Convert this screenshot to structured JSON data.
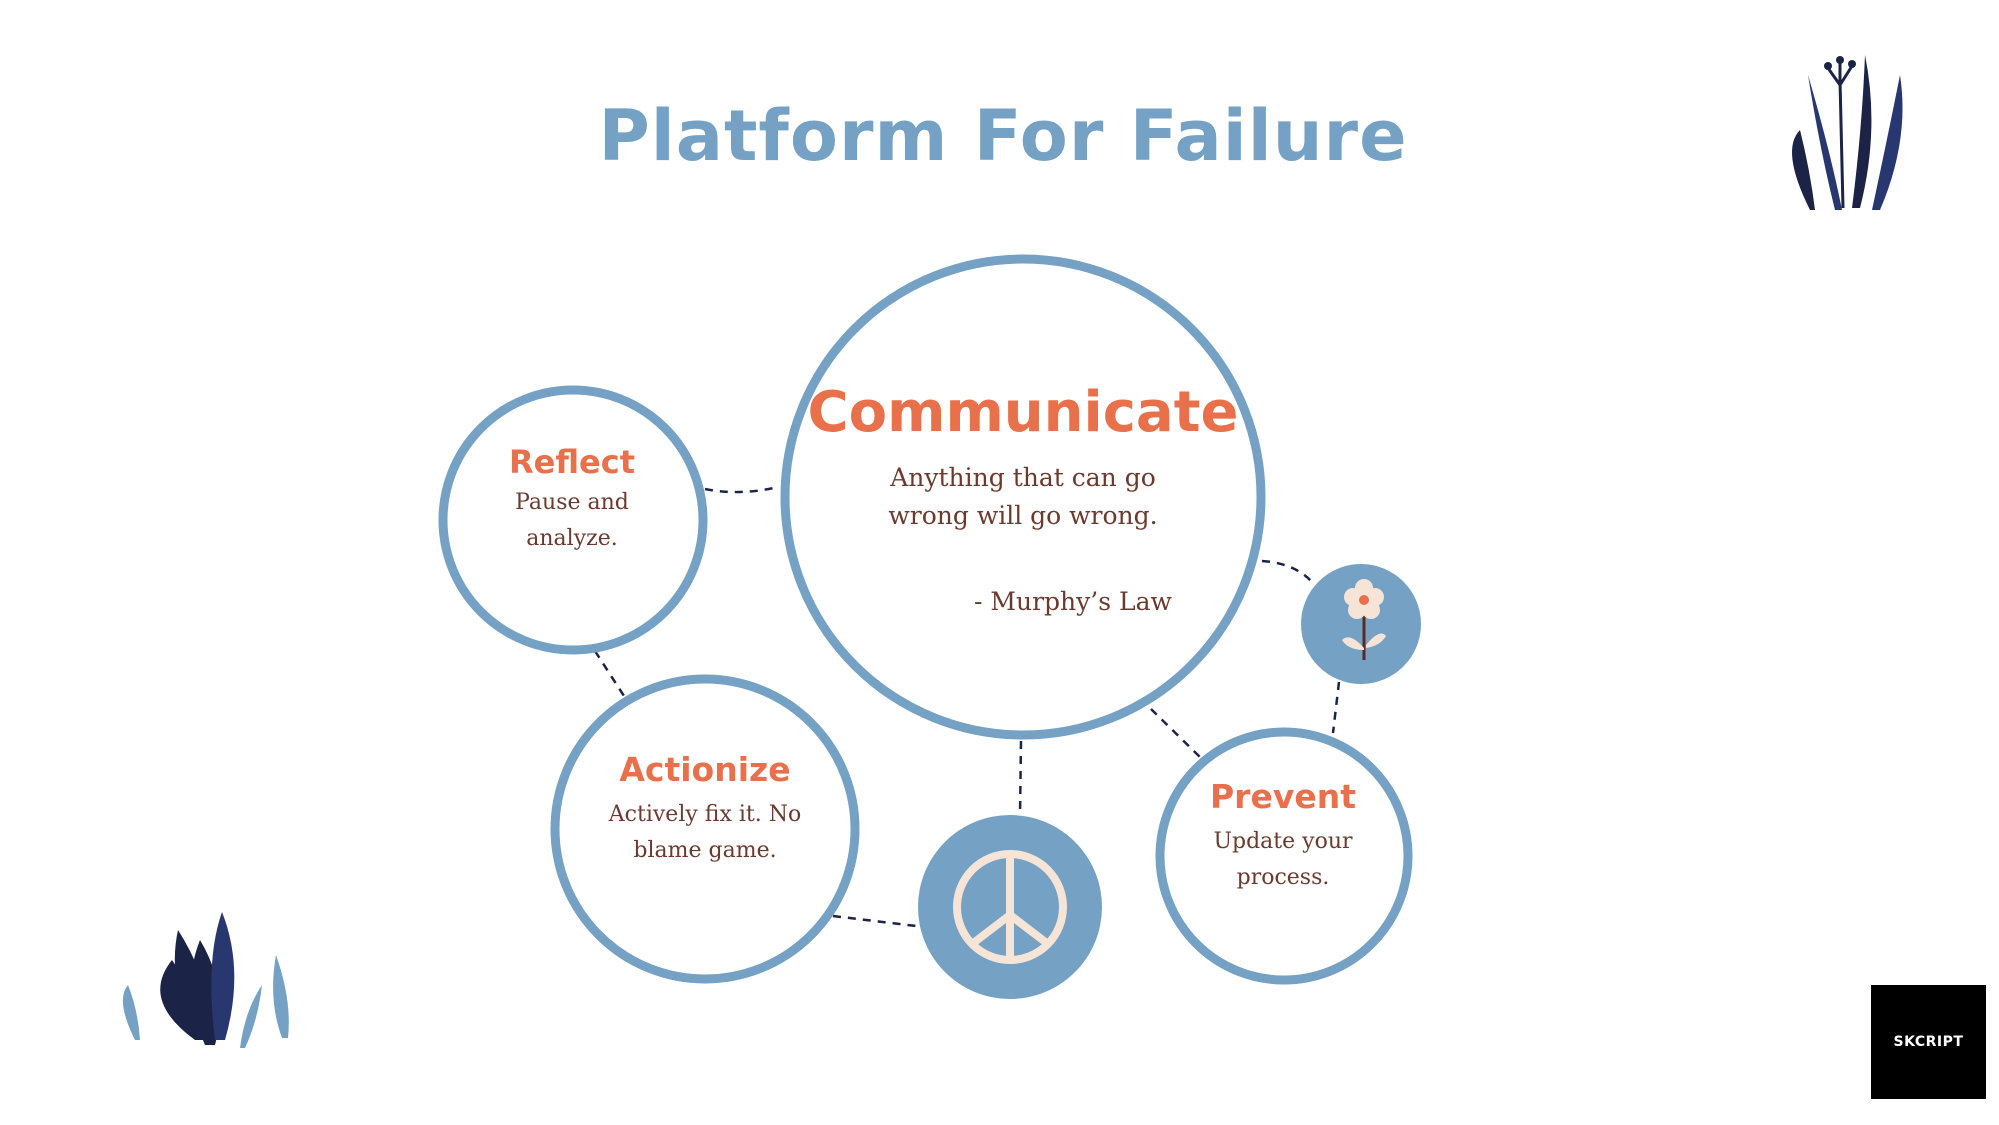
{
  "title": "Platform For Failure",
  "colors": {
    "blue": "#74a1c4",
    "orange": "#e8704a",
    "text": "#6b3a2e",
    "navy": "#1b2447",
    "cream": "#f6e4d6"
  },
  "nodes": {
    "communicate": {
      "title": "Communicate",
      "line1": "Anything that can go",
      "line2": "wrong will go wrong.",
      "attribution": "-  Murphy’s Law"
    },
    "reflect": {
      "title": "Reflect",
      "line1": "Pause and",
      "line2": "analyze."
    },
    "actionize": {
      "title": "Actionize",
      "line1": "Actively fix it. No",
      "line2": "blame game."
    },
    "prevent": {
      "title": "Prevent",
      "line1": "Update your",
      "line2": "process."
    }
  },
  "icons": {
    "peace": "peace-sign-icon",
    "flower": "flower-icon"
  },
  "logo": "SKCRIPT"
}
